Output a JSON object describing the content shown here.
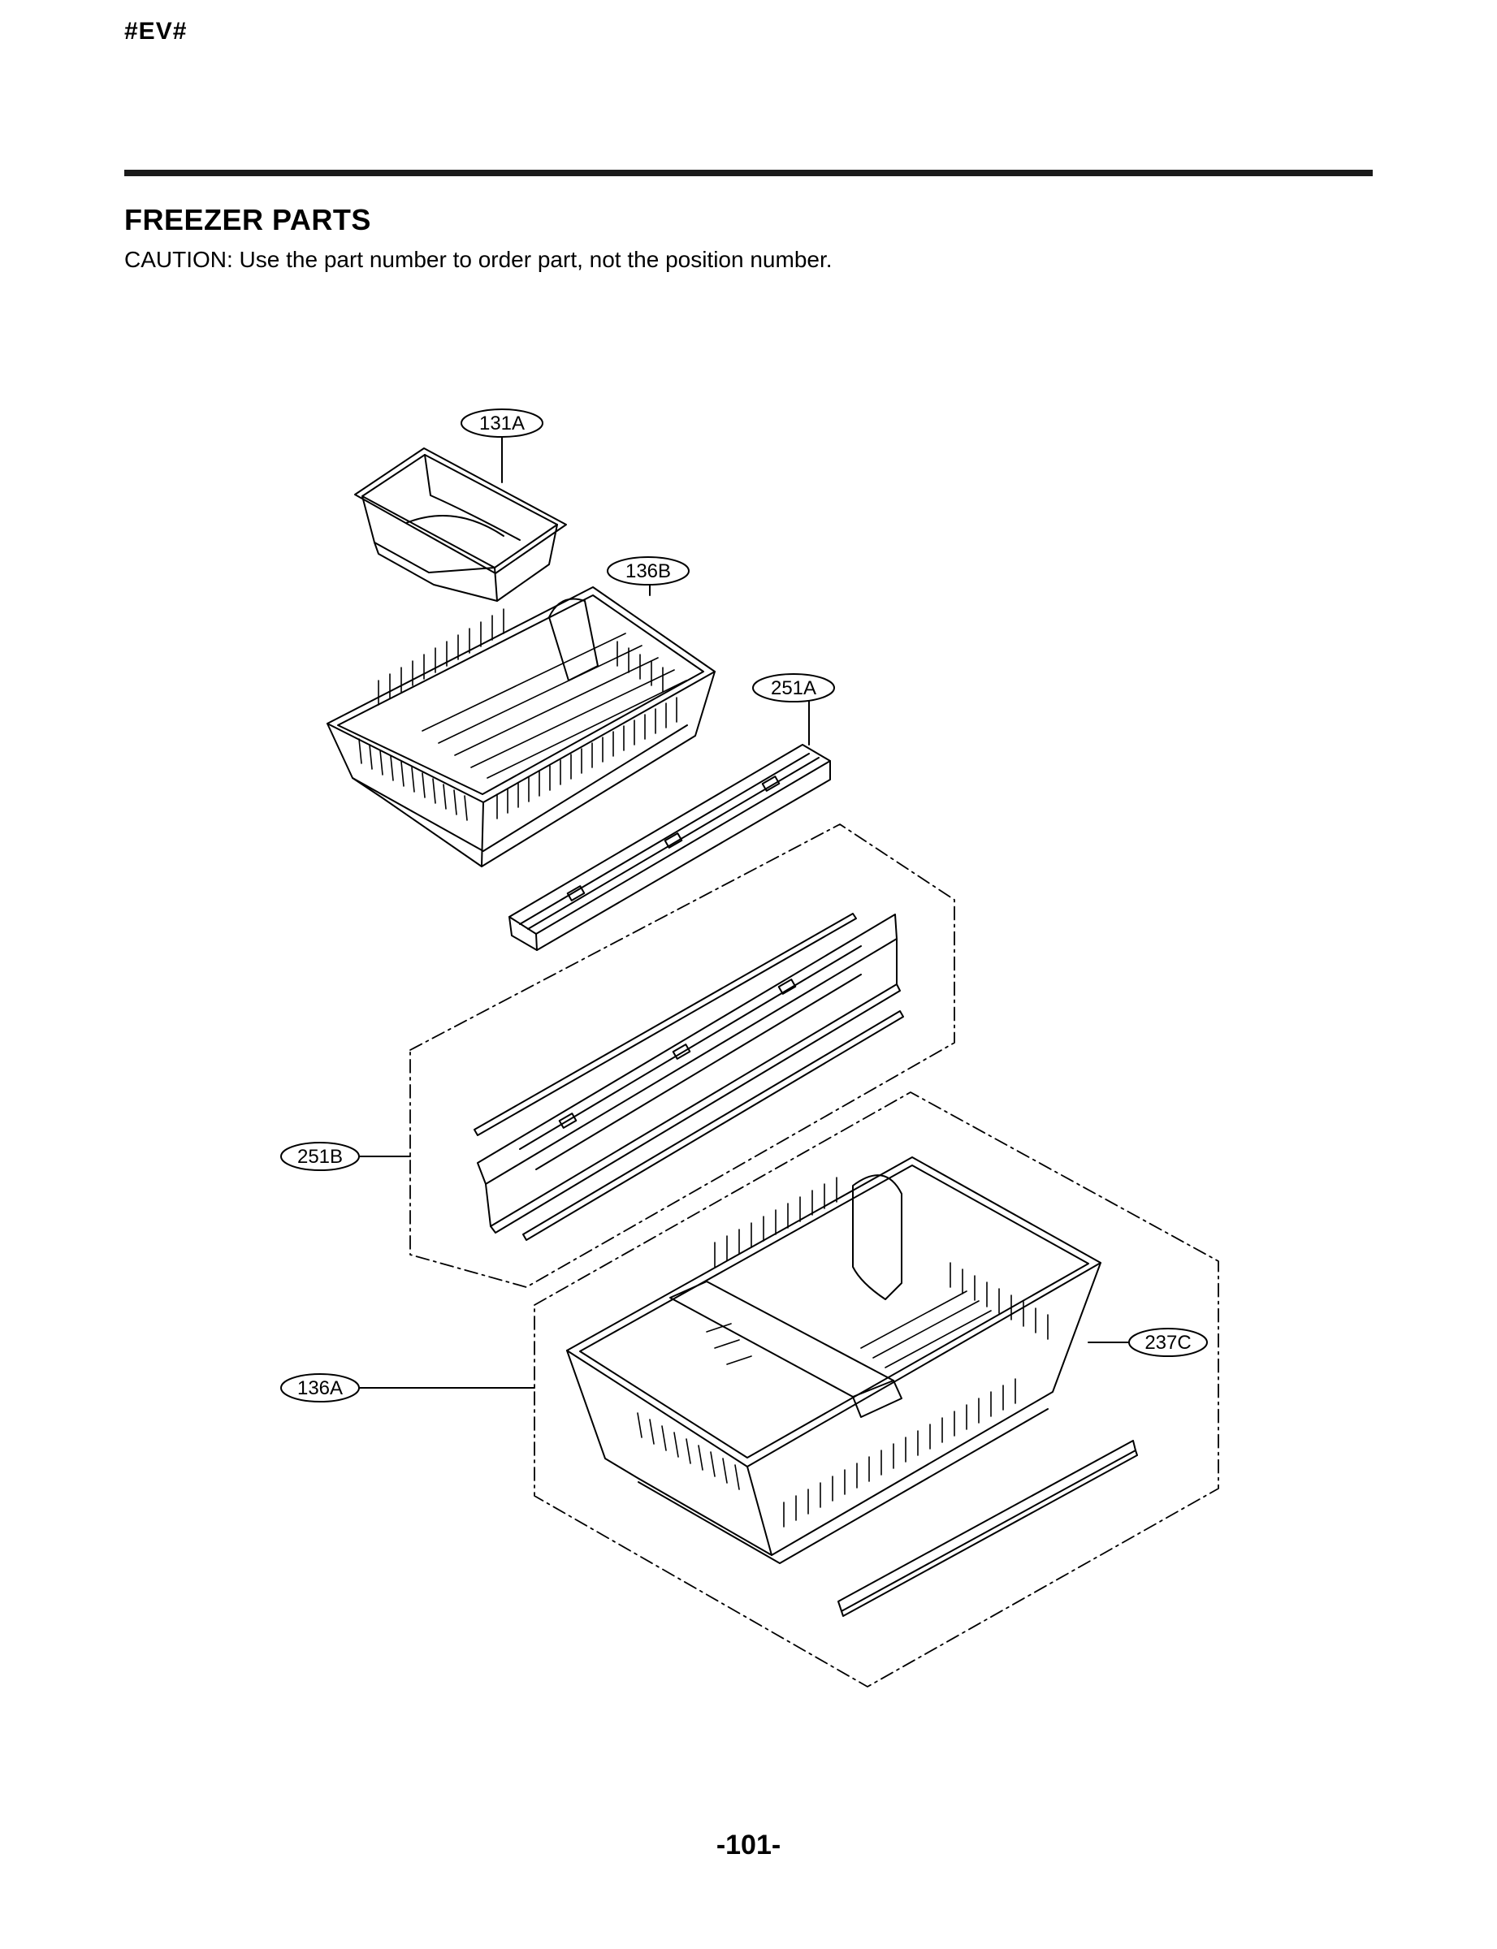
{
  "header": {
    "code": "#EV#"
  },
  "section": {
    "title": "FREEZER PARTS",
    "caution": "CAUTION: Use the part number to order part, not the position number."
  },
  "callouts": {
    "c131A": "131A",
    "c136B": "136B",
    "c251A": "251A",
    "c251B": "251B",
    "c237C": "237C",
    "c136A": "136A"
  },
  "footer": {
    "page_number": "-101-"
  },
  "colors": {
    "ink": "#000000",
    "rule": "#1a1a1a"
  }
}
